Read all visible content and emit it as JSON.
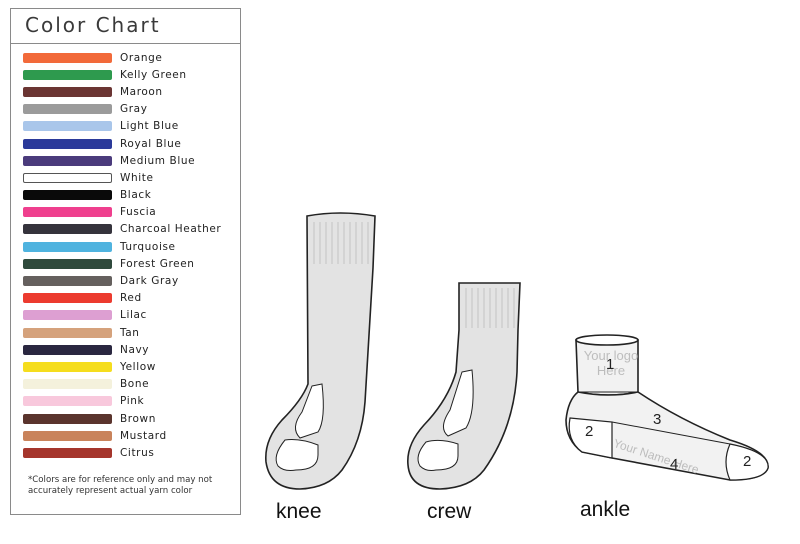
{
  "color_chart": {
    "title": "Color Chart",
    "colors": [
      {
        "name": "Orange",
        "hex": "#f26a3a"
      },
      {
        "name": "Kelly Green",
        "hex": "#2e9a4e"
      },
      {
        "name": "Maroon",
        "hex": "#6b3533"
      },
      {
        "name": "Gray",
        "hex": "#9b9b9b"
      },
      {
        "name": "Light Blue",
        "hex": "#a9c6ea"
      },
      {
        "name": "Royal Blue",
        "hex": "#2b3a9a"
      },
      {
        "name": "Medium Blue",
        "hex": "#4b3b7c"
      },
      {
        "name": "White",
        "hex": "#ffffff"
      },
      {
        "name": "Black",
        "hex": "#0a0a0a"
      },
      {
        "name": "Fuscia",
        "hex": "#ef3f8e"
      },
      {
        "name": "Charcoal Heather",
        "hex": "#35333c"
      },
      {
        "name": "Turquoise",
        "hex": "#4fb3df"
      },
      {
        "name": "Forest Green",
        "hex": "#2f4a3c"
      },
      {
        "name": "Dark Gray",
        "hex": "#65605e"
      },
      {
        "name": "Red",
        "hex": "#ec3b2f"
      },
      {
        "name": "Lilac",
        "hex": "#dd9fd2"
      },
      {
        "name": "Tan",
        "hex": "#d5a27c"
      },
      {
        "name": "Navy",
        "hex": "#2a2740"
      },
      {
        "name": "Yellow",
        "hex": "#f5dd1e"
      },
      {
        "name": "Bone",
        "hex": "#f4f1dc"
      },
      {
        "name": "Pink",
        "hex": "#f8c8dc"
      },
      {
        "name": "Brown",
        "hex": "#5a342d"
      },
      {
        "name": "Mustard",
        "hex": "#c9835b"
      },
      {
        "name": "Citrus",
        "hex": "#a5352c"
      }
    ],
    "note": "*Colors are for reference only and may not accurately represent actual yarn color"
  },
  "socks": {
    "knee_label": "knee",
    "crew_label": "crew",
    "ankle_label": "ankle",
    "ankle_zones": {
      "zone1": "1",
      "zone2_heel": "2",
      "zone3": "3",
      "zone4": "4",
      "zone2_toe": "2",
      "logo_line1": "Your logo",
      "logo_line2": "Here",
      "name_text": "Your Name Here"
    }
  }
}
